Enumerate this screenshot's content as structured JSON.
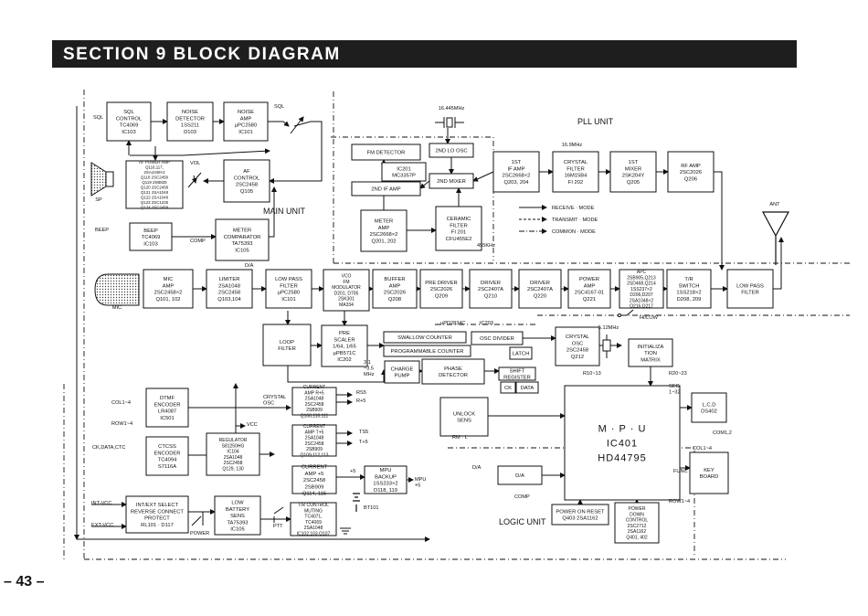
{
  "title": "SECTION 9 BLOCK DIAGRAM",
  "page_number": "– 43 –",
  "unit_labels": {
    "main": "MAIN UNIT",
    "pll": "PLL UNIT",
    "logic": "LOGIC UNIT"
  },
  "legend": [
    "RECEIVE · MODE",
    "TRANSMIT · MODE",
    "COMMON · MODE"
  ],
  "blocks": [
    {
      "id": "sql-control",
      "lines": [
        "SQL",
        "CONTROL",
        "TC4069",
        "IC103"
      ]
    },
    {
      "id": "noise-detector",
      "lines": [
        "NOISE",
        "DETECTOR",
        "1SS211",
        "D103"
      ]
    },
    {
      "id": "noise-amp",
      "lines": [
        "NOISE",
        "AMP",
        "µPC2580",
        "IC101"
      ]
    },
    {
      "id": "af-power-amp",
      "lines": [
        "AF POWER AMP",
        "Q116,117,",
        "2SA1048×2",
        "Q118 2SC2458",
        "Q119 2SB825",
        "Q120 2SC2458",
        "Q121 2SA1048",
        "Q122 2SA1048",
        "Q123 2SC1225",
        "Q124 2SC2458"
      ]
    },
    {
      "id": "af-control",
      "lines": [
        "AF",
        "CONTROL",
        "2SC2458",
        "Q105"
      ]
    },
    {
      "id": "fm-detector",
      "lines": [
        "FM DETECTOR"
      ]
    },
    {
      "id": "ic201",
      "lines": [
        "IC201",
        "MC3357P"
      ]
    },
    {
      "id": "2nd-lo-osc",
      "lines": [
        "2ND LO OSC"
      ]
    },
    {
      "id": "2nd-if-amp",
      "lines": [
        "2ND IF AMP"
      ]
    },
    {
      "id": "2nd-mixer",
      "lines": [
        "2ND MIXER"
      ]
    },
    {
      "id": "1st-if-amp",
      "lines": [
        "1ST",
        "IF AMP",
        "2SC2668×2",
        "Q203, 204"
      ]
    },
    {
      "id": "crystal-filter",
      "lines": [
        "CRYSTAL",
        "FILTER",
        "16M15B4",
        "FI 202"
      ]
    },
    {
      "id": "1st-mixer",
      "lines": [
        "1ST",
        "MIXER",
        "2SK204Y",
        "Q205"
      ]
    },
    {
      "id": "rf-amp",
      "lines": [
        "RF AMP",
        "2SC2026",
        "Q206"
      ]
    },
    {
      "id": "meter-amp",
      "lines": [
        "METER",
        "AMP",
        "2SC2668×2",
        "Q201, 202"
      ]
    },
    {
      "id": "ceramic-filter",
      "lines": [
        "CERAMIC",
        "FILTER",
        "FI 201",
        "CFU455E2"
      ]
    },
    {
      "id": "beep",
      "lines": [
        "BEEP",
        "TC4069",
        "IC103"
      ]
    },
    {
      "id": "meter-comparator",
      "lines": [
        "METER",
        "COMPARATOR",
        "TA75393",
        "IC105"
      ]
    },
    {
      "id": "mic-amp",
      "lines": [
        "MIC",
        "AMP",
        "2SC2458×2",
        "Q101, 102"
      ]
    },
    {
      "id": "limiter",
      "lines": [
        "LIMITER",
        "2SA1048",
        "2SC2458",
        "Q103,104"
      ]
    },
    {
      "id": "low-pass-filter-1",
      "lines": [
        "LOW PASS",
        "FILTER",
        "µPC2580",
        "IC101"
      ]
    },
    {
      "id": "vco",
      "lines": [
        "VCO",
        "FM",
        "MODULATOR",
        "D201, D705",
        "2SK301",
        "MA334"
      ]
    },
    {
      "id": "buffer-amp",
      "lines": [
        "BUFFER",
        "AMP",
        "2SC2026",
        "Q208"
      ]
    },
    {
      "id": "pre-driver",
      "lines": [
        "PRE DRIVER",
        "2SC2026",
        "Q209"
      ]
    },
    {
      "id": "driver-1",
      "lines": [
        "DRIVER",
        "2SC2407A",
        "Q210"
      ]
    },
    {
      "id": "driver-2",
      "lines": [
        "DRIVER",
        "2SC2407A",
        "Q220"
      ]
    },
    {
      "id": "power-amp",
      "lines": [
        "POWER",
        "AMP",
        "2SC4167-01",
        "Q221"
      ]
    },
    {
      "id": "apc",
      "lines": [
        "APC",
        "2SB905,Q213",
        "2SD468,Q214",
        "1SS237×2",
        "D206,D207",
        "2SA1048×2",
        "Q216,Q217"
      ]
    },
    {
      "id": "tr-switch",
      "lines": [
        "T/R",
        "SWITCH",
        "1SS218×2",
        "D208, 209"
      ]
    },
    {
      "id": "low-pass-filter-2",
      "lines": [
        "LOW PASS",
        "FILTER"
      ]
    },
    {
      "id": "loop-filter",
      "lines": [
        "LOOP",
        "FILTER"
      ]
    },
    {
      "id": "pre-scaler",
      "lines": [
        "PRE",
        "SCALER",
        "1/64, 1/65",
        "µPB571C",
        "IC202"
      ]
    },
    {
      "id": "swallow-counter",
      "lines": [
        "SWALLOW COUNTER"
      ]
    },
    {
      "id": "programmable-counter",
      "lines": [
        "PROGRAMMABLE COUNTER"
      ]
    },
    {
      "id": "osc-divider",
      "lines": [
        "OSC DIVIDER"
      ]
    },
    {
      "id": "latch",
      "lines": [
        "LATCH"
      ]
    },
    {
      "id": "charge-pump",
      "lines": [
        "CHARGE",
        "PUMP"
      ]
    },
    {
      "id": "phase-detector",
      "lines": [
        "PHASE",
        "DETECTOR"
      ]
    },
    {
      "id": "shift-register",
      "lines": [
        "SHIFT",
        "REGISTER"
      ]
    },
    {
      "id": "ck",
      "lines": [
        "CK"
      ]
    },
    {
      "id": "data",
      "lines": [
        "DATA"
      ]
    },
    {
      "id": "crystal-osc",
      "lines": [
        "CRYSTAL",
        "OSC",
        "2SC2458",
        "Q212"
      ]
    },
    {
      "id": "initialization-matrix",
      "lines": [
        "INITIALIZA",
        "TION",
        "MATRIX"
      ]
    },
    {
      "id": "dtmf-encoder",
      "lines": [
        "DTMF",
        "ENCODER",
        "LR4087",
        "IC501"
      ]
    },
    {
      "id": "ctcss-encoder",
      "lines": [
        "CTCSS",
        "ENCODER",
        "TC4094",
        "S7116A"
      ]
    },
    {
      "id": "current-amp-rs",
      "lines": [
        "CURRENT",
        "AMP R+5",
        "2SA1048",
        "2SC2458",
        "2SB909",
        "Q108,110,111"
      ]
    },
    {
      "id": "current-amp-ts",
      "lines": [
        "CURRENT",
        "AMP T+5",
        "2SA1048",
        "2SC2458",
        "2SB909",
        "Q109,112,113"
      ]
    },
    {
      "id": "current-amp-5",
      "lines": [
        "CURRENT",
        "AMP +5",
        "2SC2458",
        "2SB909",
        "Q114, 115"
      ]
    },
    {
      "id": "mpu-backup",
      "lines": [
        "MPU",
        "BACKUP",
        "1SS233×2",
        "D118, 119"
      ]
    },
    {
      "id": "regulator",
      "lines": [
        "REGULATOR",
        "S81250HG",
        "IC104",
        "2SA1048",
        "2SC2458",
        "Q129, 130"
      ]
    },
    {
      "id": "low-battery-sens",
      "lines": [
        "LOW",
        "BATTERY",
        "SENS",
        "TA75393",
        "IC105"
      ]
    },
    {
      "id": "tr-control-muting",
      "lines": [
        "T/R CONTROL",
        "MUTING",
        "TC4071,",
        "TC4069",
        "2SA1048",
        "IC102,103,Q107"
      ]
    },
    {
      "id": "int-ext-select",
      "lines": [
        "INT/EXT SELECT",
        "REVERSE CONNECT",
        "PROTECT",
        "RL101 · D117"
      ]
    },
    {
      "id": "unlock-sens",
      "lines": [
        "UNLOCK",
        "SENS"
      ]
    },
    {
      "id": "mpu",
      "lines": [
        "M · P · U",
        "IC401",
        "HD44795"
      ]
    },
    {
      "id": "lcd",
      "lines": [
        "L.C.D",
        "DS402"
      ]
    },
    {
      "id": "keyboard",
      "lines": [
        "KEY",
        "BOARD"
      ]
    },
    {
      "id": "d-a",
      "lines": [
        "D/A"
      ]
    },
    {
      "id": "power-on-reset",
      "lines": [
        "POWER ON RESET",
        "Q403 2SA1162"
      ]
    },
    {
      "id": "power-down-control",
      "lines": [
        "POWER",
        "DOWN",
        "CONTROL",
        "2SC2712",
        "2SA1162",
        "Q401, 402"
      ]
    }
  ],
  "labels": {
    "sql": "SQL",
    "sql2": "SQL",
    "vol": "VOL",
    "sp": "SP",
    "beep_in": "BEEP",
    "comp": "COMP",
    "comp2": "COMP",
    "da": "D/A",
    "da2": "D/A",
    "mic": "MIC",
    "freq_16445": "16.445MHz",
    "freq_169": "16.9MHz",
    "freq_512": "5.12MHz",
    "freq_455": "455KHz",
    "ant": "ANT",
    "hi_low": "HI/LOW",
    "upd2834": "µPD2834C",
    "ic203": "IC203",
    "v35": "3.1\n~3.5\nMHz",
    "rs5": "RS5",
    "r5": "R+5",
    "ts5": "TS5",
    "t5": "T+5",
    "plus5": "+5",
    "mpu5": "MPU\n+5",
    "vcc": "VCC",
    "bt101": "BT101",
    "ptt": "PTT",
    "power": "POWER",
    "int_vcc": "INT-VCC",
    "ext_vcc": "EXT-VCC",
    "col1_4": "COL1~4",
    "row1_4": "ROW1~4",
    "ckdata": "CK,DATA,CTC",
    "crystal_osc_label": "CRYSTAL\nOSC",
    "rm": "RM · L",
    "r10_13": "R10~13",
    "r20_23": "R20~23",
    "seg": "SEG\n1~32",
    "com12": "COM1,2",
    "col1_4b": "COL1~4",
    "row1_4b": "ROW1~4",
    "func": "FUNC"
  }
}
